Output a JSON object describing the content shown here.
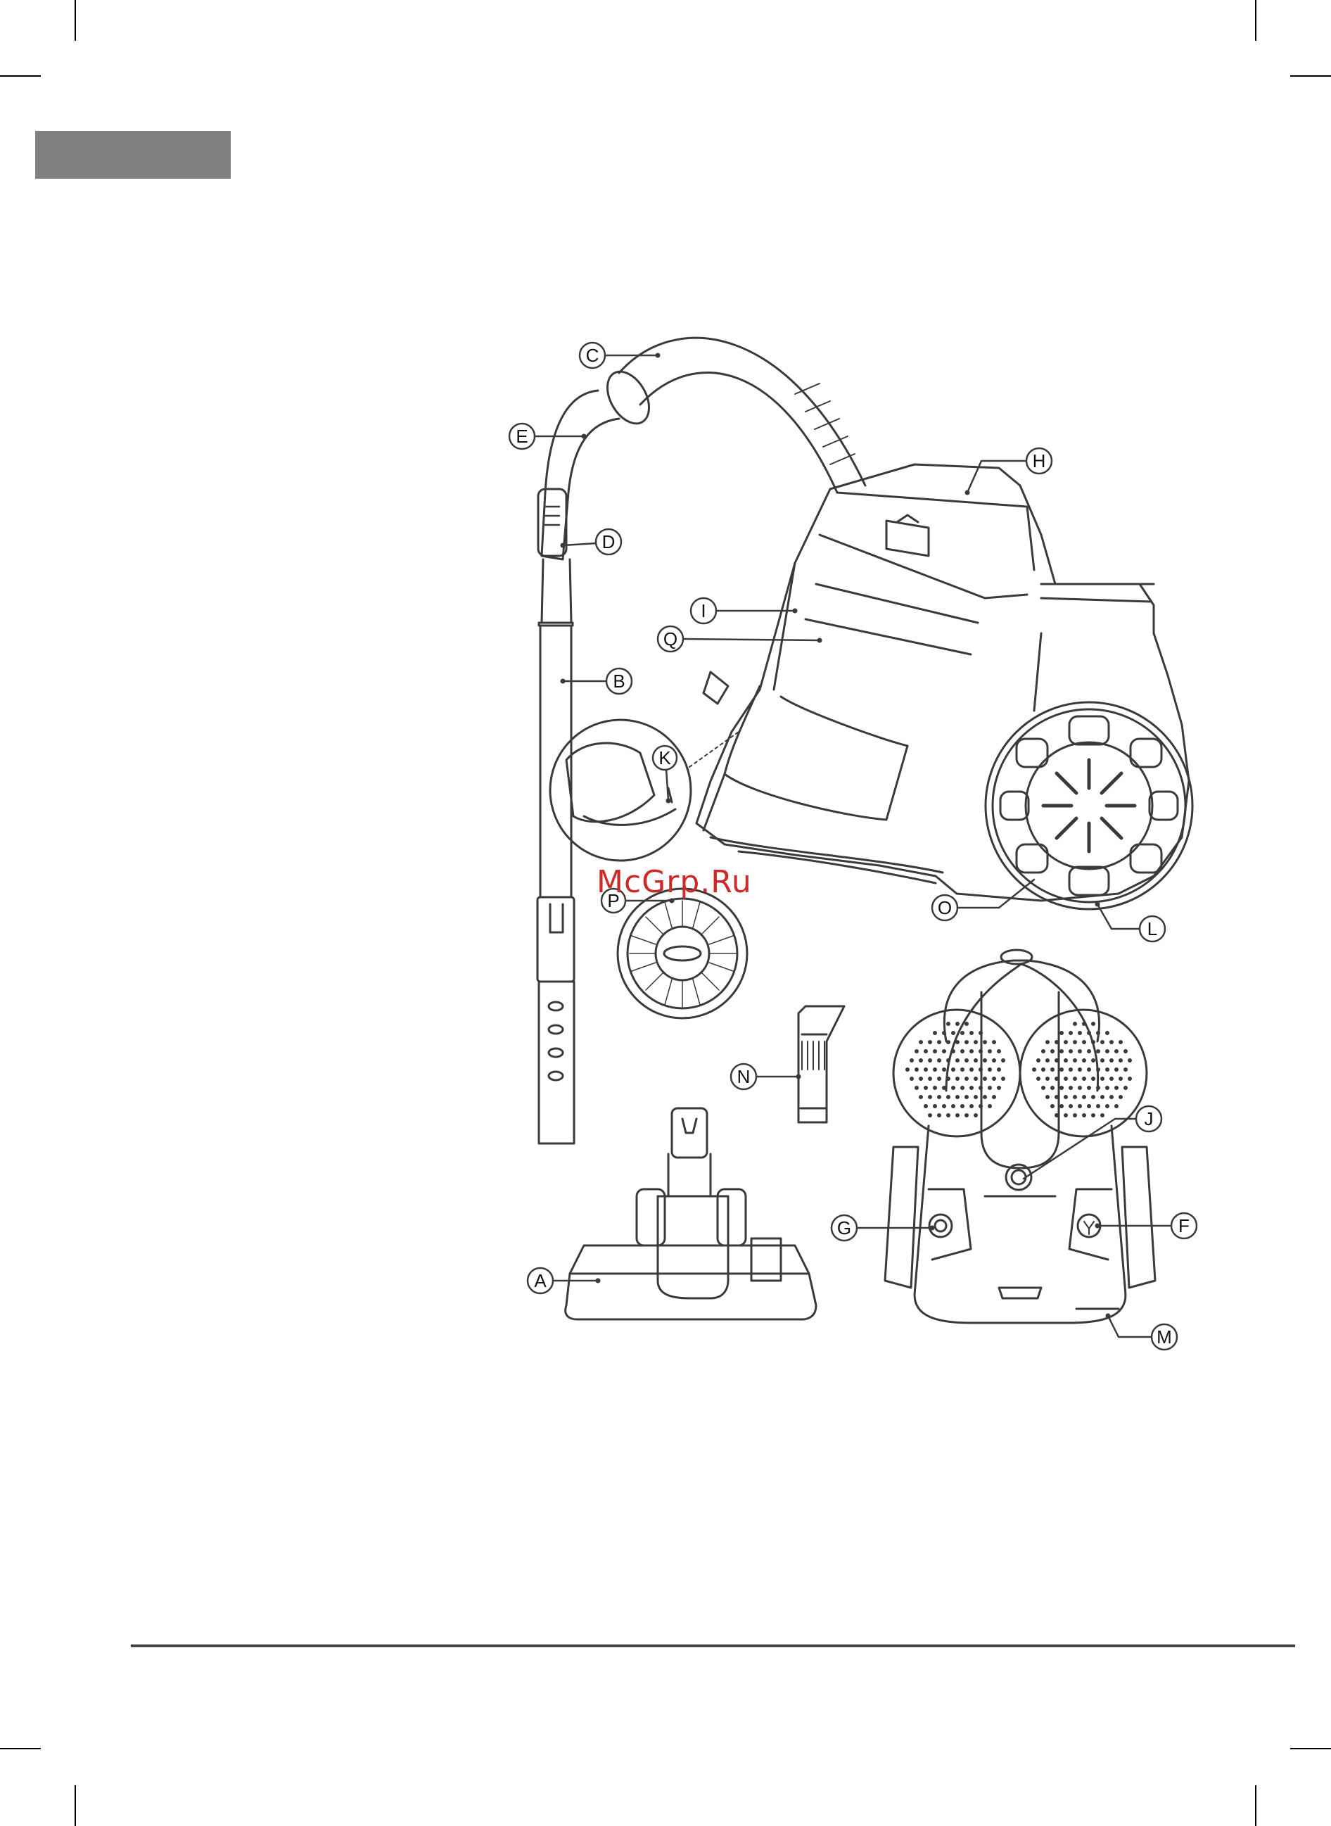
{
  "watermark": "McGrp.Ru",
  "callouts": [
    {
      "id": "c",
      "letter": "C"
    },
    {
      "id": "e",
      "letter": "E"
    },
    {
      "id": "d",
      "letter": "D"
    },
    {
      "id": "h",
      "letter": "H"
    },
    {
      "id": "i",
      "letter": "I"
    },
    {
      "id": "q",
      "letter": "Q"
    },
    {
      "id": "b",
      "letter": "B"
    },
    {
      "id": "k",
      "letter": "K"
    },
    {
      "id": "o",
      "letter": "O"
    },
    {
      "id": "l",
      "letter": "L"
    },
    {
      "id": "p",
      "letter": "P"
    },
    {
      "id": "n",
      "letter": "N"
    },
    {
      "id": "j",
      "letter": "J"
    },
    {
      "id": "g",
      "letter": "G"
    },
    {
      "id": "f",
      "letter": "F"
    },
    {
      "id": "a",
      "letter": "A"
    },
    {
      "id": "m",
      "letter": "M"
    }
  ],
  "colors": {
    "tab": "#808080",
    "watermark": "#cc2a2a",
    "line": "#3a3a3a"
  }
}
